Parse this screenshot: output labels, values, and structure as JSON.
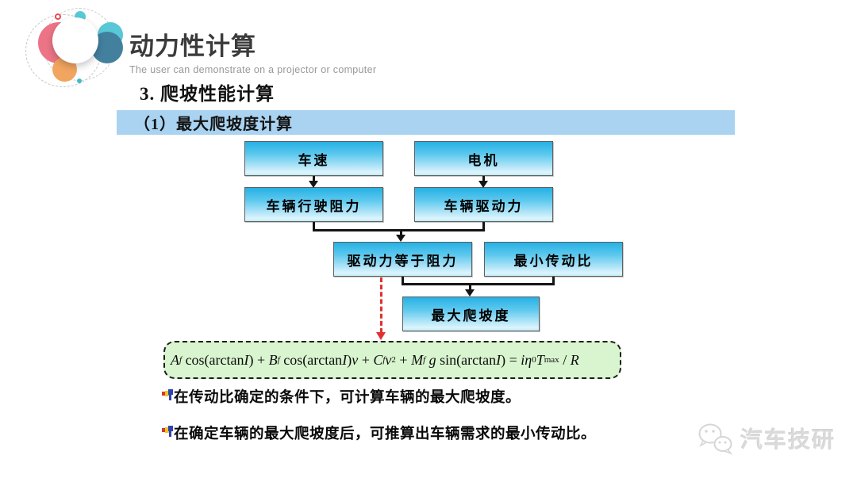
{
  "slide": {
    "title": "动力性计算",
    "subtitle": "The user can demonstrate on a projector or computer",
    "section_heading": "3. 爬坡性能计算",
    "banner": "（1）最大爬坡度计算"
  },
  "flowchart": {
    "boxes": [
      {
        "id": "vehicle-speed",
        "label": "车速"
      },
      {
        "id": "motor",
        "label": "电机"
      },
      {
        "id": "driving-resistance",
        "label": "车辆行驶阻力"
      },
      {
        "id": "drive-force",
        "label": "车辆驱动力"
      },
      {
        "id": "force-equals-resistance",
        "label": "驱动力等于阻力"
      },
      {
        "id": "min-gear-ratio",
        "label": "最小传动比"
      },
      {
        "id": "max-gradeability",
        "label": "最大爬坡度"
      }
    ]
  },
  "formula": {
    "plain": "Af cos(arctanI) + Bf cos(arctanI)v + Cf v2 + Mf g sin(arctanI) = iη0Tmax / R",
    "segments": [
      {
        "t": "A"
      },
      {
        "t": "f"
      },
      {
        "t": " cos(arctan"
      },
      {
        "t": "I"
      },
      {
        "t": ") + "
      },
      {
        "t": "B"
      },
      {
        "t": "f"
      },
      {
        "t": " cos(arctan"
      },
      {
        "t": "I"
      },
      {
        "t": ")"
      },
      {
        "t": "v"
      },
      {
        "t": " + "
      },
      {
        "t": "C"
      },
      {
        "t": "f"
      },
      {
        "t": "v"
      },
      {
        "t": "2"
      },
      {
        "t": " + "
      },
      {
        "t": "M"
      },
      {
        "t": "f"
      },
      {
        "t": " g"
      },
      {
        "t": " sin(arctan"
      },
      {
        "t": "I"
      },
      {
        "t": ") = "
      },
      {
        "t": "i"
      },
      {
        "t": "η"
      },
      {
        "t": "0"
      },
      {
        "t": "T"
      },
      {
        "t": "max"
      },
      {
        "t": " / "
      },
      {
        "t": "R"
      }
    ]
  },
  "bullets": [
    {
      "text": "在传动比确定的条件下，可计算车辆的最大爬坡度。"
    },
    {
      "text": "在确定车辆的最大爬坡度后，可推算出车辆需求的最小传动比。"
    }
  ],
  "watermark": {
    "text": "汽车技研"
  },
  "colors": {
    "banner_bg": "#a9d3f0",
    "box_gradient_top": "#27b0e4",
    "box_gradient_bottom": "#ddf5fd",
    "box_border": "#5f5f5f",
    "connector": "#141414",
    "red_dashed_arrow": "#e03030",
    "formula_bg": "#d9f5cf",
    "logo_pink": "#ec7486",
    "logo_teal": "#58c7d6",
    "logo_blue": "#43809e",
    "logo_orange": "#f1a55f",
    "watermark_gray": "#dadada"
  }
}
